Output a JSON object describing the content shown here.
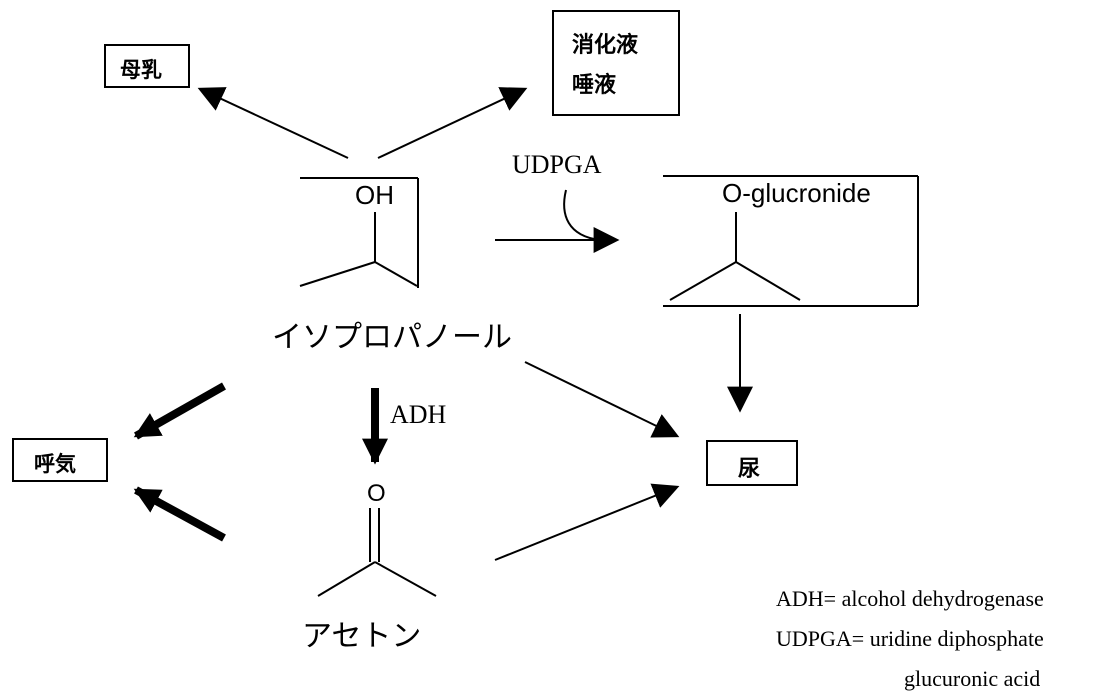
{
  "boxes": {
    "breast_milk": "母乳",
    "digestive_juice": "消化液",
    "saliva": "唾液",
    "breath": "呼気",
    "urine": "尿"
  },
  "molecules": {
    "isopropanol": {
      "group": "OH",
      "name": "イソプロパノール"
    },
    "glucuronide": {
      "group": "O-glucronide"
    },
    "acetone": {
      "group": "O",
      "name": "アセトン"
    }
  },
  "enzymes": {
    "udpga": "UDPGA",
    "adh": "ADH"
  },
  "legend": {
    "line1": "ADH= alcohol dehydrogenase",
    "line2": "UDPGA= uridine diphosphate",
    "line3": "glucuronic acid"
  }
}
